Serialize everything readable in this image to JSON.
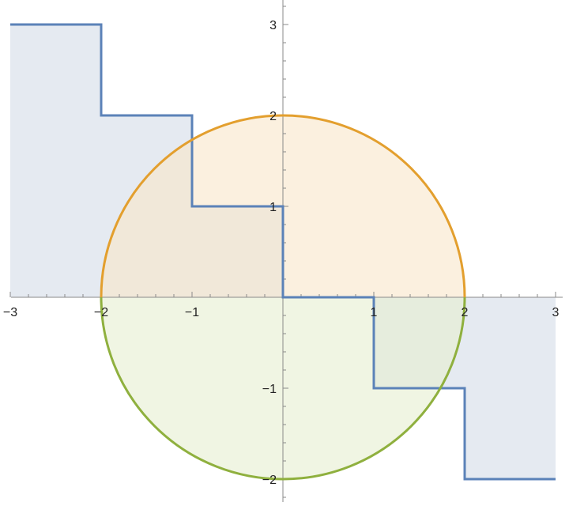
{
  "chart_data": {
    "type": "area",
    "title": "",
    "xlabel": "",
    "ylabel": "",
    "xlim": [
      -3,
      3
    ],
    "ylim": [
      -2.2,
      3.3
    ],
    "grid": false,
    "legend": "none",
    "x_ticks": [
      -3,
      -2,
      -1,
      1,
      2,
      3
    ],
    "x_tick_labels": [
      "−3",
      "−2",
      "−1",
      "1",
      "2",
      "3"
    ],
    "y_ticks": [
      3,
      2,
      1,
      -1,
      -2
    ],
    "y_tick_labels": [
      "3",
      "2",
      "1",
      "−1",
      "−2"
    ],
    "series": [
      {
        "kind": "step",
        "color": "#5b82b8",
        "fill": "#e0e6ef",
        "points": [
          [
            -3,
            3
          ],
          [
            -2,
            3
          ],
          [
            -2,
            2
          ],
          [
            -1,
            2
          ],
          [
            -1,
            1
          ],
          [
            0,
            1
          ],
          [
            0,
            0
          ],
          [
            1,
            0
          ],
          [
            1,
            -1
          ],
          [
            2,
            -1
          ],
          [
            2,
            -2
          ],
          [
            3,
            -2
          ]
        ]
      },
      {
        "kind": "semicircle-upper",
        "radius": 2,
        "color": "#e39f2e",
        "fill": "#f9e6ca"
      },
      {
        "kind": "semicircle-lower",
        "radius": 2,
        "color": "#8fb03e",
        "fill": "#e6eed1"
      }
    ]
  }
}
